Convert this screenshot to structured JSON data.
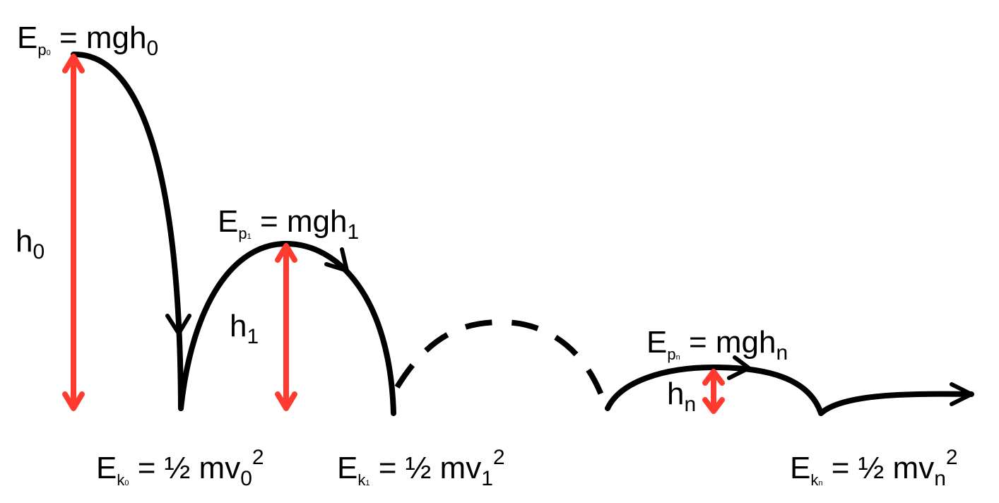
{
  "colors": {
    "trajectory": "#000000",
    "height_arrow": "#ff3b30",
    "background": "#ffffff"
  },
  "labels": {
    "ep0": {
      "main": "E",
      "sub": "p",
      "subsub": "0",
      "rest": " = mgh",
      "rest_sub": "0"
    },
    "ep1": {
      "main": "E",
      "sub": "p",
      "subsub": "1",
      "rest": " = mgh",
      "rest_sub": "1"
    },
    "epn": {
      "main": "E",
      "sub": "p",
      "subsub": "n",
      "rest": " = mgh",
      "rest_sub": "n"
    },
    "h0": {
      "main": "h",
      "sub": "0"
    },
    "h1": {
      "main": "h",
      "sub": "1"
    },
    "hn": {
      "main": "h",
      "sub": "n"
    },
    "ek0": {
      "main": "E",
      "sub": "k",
      "subsub": "0",
      "rest": " = ½ mv",
      "rest_sub": "0",
      "sup": "2"
    },
    "ek1": {
      "main": "E",
      "sub": "k",
      "subsub": "1",
      "rest": " = ½ mv",
      "rest_sub": "1",
      "sup": "2"
    },
    "ekn": {
      "main": "E",
      "sub": "k",
      "subsub": "n",
      "rest": " = ½ mv",
      "rest_sub": "n",
      "sup": "2"
    }
  }
}
